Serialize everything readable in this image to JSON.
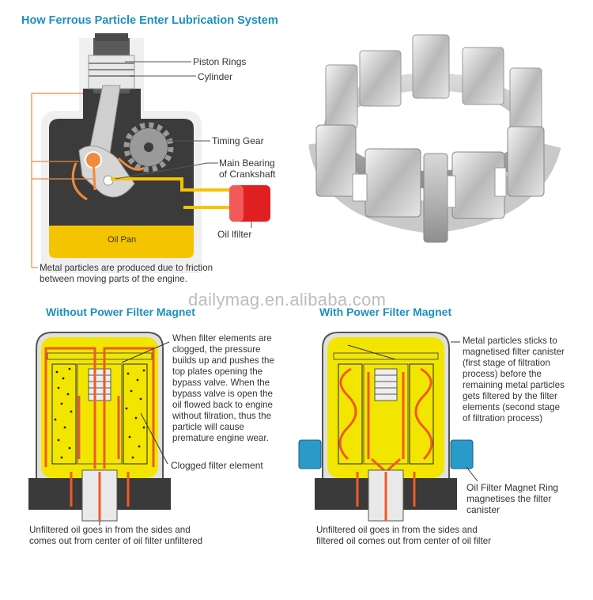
{
  "engine": {
    "title": "How Ferrous Particle Enter Lubrication System",
    "labels": {
      "piston_rings": "Piston Rings",
      "cylinder": "Cylinder",
      "timing_gear": "Timing Gear",
      "main_bearing_1": "Main Bearing",
      "main_bearing_2": "of Crankshaft",
      "oil_pan": "Oil Pan",
      "oil_filter": "Oil lfilter"
    },
    "caption_1": "Metal particles are produced due to friction",
    "caption_2": "between moving parts of the engine."
  },
  "watermark": "dailymag.en.alibaba.com",
  "without_magnet": {
    "title": "Without Power Filter Magnet",
    "description": [
      "When filter elements are",
      "clogged, the pressure",
      "builds up and pushes the",
      "top plates opening the",
      "bypass valve. When the",
      "bypass valve is open the",
      "oil flowed back to engine",
      "without filration, thus the",
      "particle will cause",
      "premature engine wear."
    ],
    "clogged_label": "Clogged filter element",
    "bottom_1": "Unfiltered oil goes in from the sides and",
    "bottom_2": "comes out from center of oil filter unfiltered"
  },
  "with_magnet": {
    "title": "With Power Filter Magnet",
    "description": [
      "Metal particles sticks to",
      "magnetised filter canister",
      "(first stage of filtration",
      "process) before the",
      "remaining metal particles",
      "gets filtered by the filter",
      "elements (second stage",
      "of filtration process)"
    ],
    "ring_label": [
      "Oil Filter Magnet Ring",
      "magnetises the filter",
      "canister"
    ],
    "bottom_1": "Unfiltered oil goes in from the sides and",
    "bottom_2": "filtered oil comes out from center of oil filter"
  },
  "colors": {
    "title_blue": "#1d8fbf",
    "orange": "#f08a3c",
    "yellow": "#f2e600",
    "dark": "#3a3a3a",
    "magnet_blue": "#2a9ac9"
  }
}
